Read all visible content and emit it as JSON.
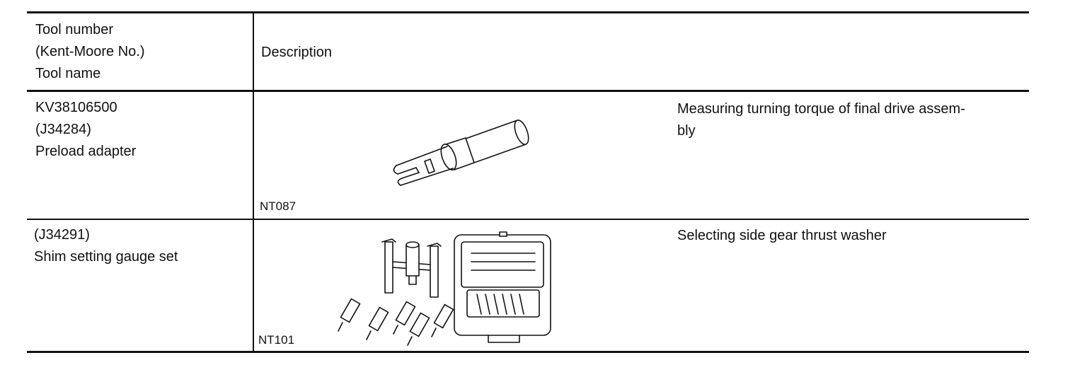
{
  "header": {
    "tool_col": "Tool number\n(Kent-Moore No.)\nTool name",
    "desc_col": "Description"
  },
  "rows": [
    {
      "tool": "KV38106500\n(J34284)\nPreload adapter",
      "code": "NT087",
      "description": "Measuring turning torque of final drive assem-\nbly",
      "illustration": "preload-adapter-drawing"
    },
    {
      "tool": "(J34291)\nShim setting gauge set",
      "code": "NT101",
      "description": "Selecting side gear thrust washer",
      "illustration": "shim-setting-gauge-set-drawing"
    }
  ]
}
